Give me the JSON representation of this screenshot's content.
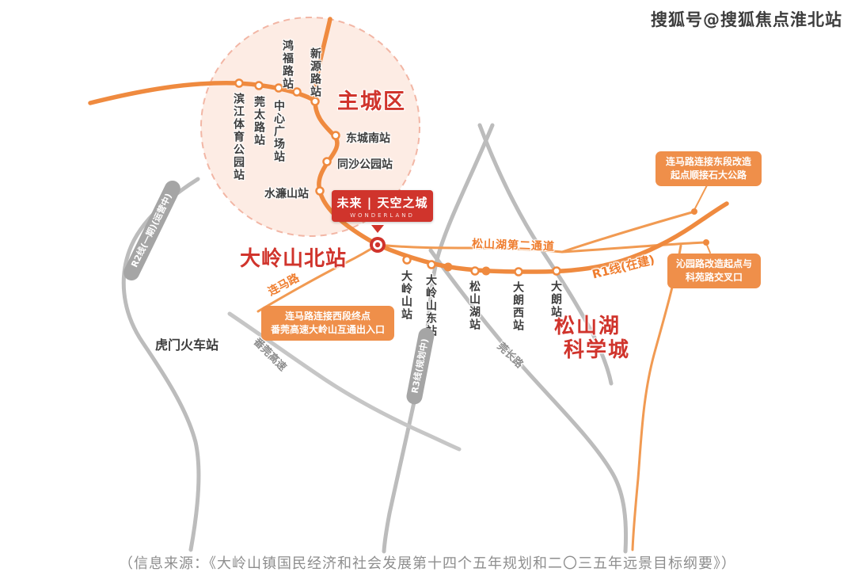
{
  "watermark": "搜狐号@搜狐焦点淮北站",
  "areas": {
    "main_city": "主城区",
    "science_city": {
      "line1": "松山湖",
      "line2": "科学城"
    },
    "humen_railway_station": "虎门火车站"
  },
  "project_badge": {
    "title": "未来 | 天空之城",
    "subtitle": "WONDERLAND",
    "station_name": "大岭山北站"
  },
  "rail_lines": {
    "r1": "R1线(在建)",
    "r2": "R2线(一期)(运营中)",
    "r3": "R3线(规划中)"
  },
  "roads": {
    "lianma": "连马路",
    "songshanhu_second_channel": "松山湖第二通道",
    "fanguan_expressway": "番莞高速",
    "guanchang": "莞长路"
  },
  "stations": {
    "hongfulu": "鸿福路站",
    "xinyuanlu": "新源路站",
    "binjiang_sports_park": "滨江体育公园站",
    "guantailu": "莞太路站",
    "central_square": "中心广场站",
    "dongcheng_south": "东城南站",
    "tongsha_park": "同沙公园站",
    "shuilianshan": "水濂山站",
    "dalingshan": "大岭山站",
    "dalingshan_east": "大岭山东站",
    "songshanhu": "松山湖站",
    "dalang_west": "大朗西站",
    "dalang": "大朗站"
  },
  "callouts": {
    "east_section": {
      "line1": "连马路连接东段改造",
      "line2": "起点顺接石大公路"
    },
    "qinyuan_road": {
      "line1": "沁园路改造起点与",
      "line2": "科苑路交叉口"
    },
    "west_section": {
      "line1": "连马路连接西段终点",
      "line2": "番莞高速大岭山互通出入口"
    }
  },
  "source_note": "（信息来源：《大岭山镇国民经济和社会发展第十四个五年规划和二〇三五年远景目标纲要》）",
  "colors": {
    "orange": "#ef8a3f",
    "red": "#d0342c",
    "gray_line": "#bcbcbc",
    "zone_fill": "#fdece4"
  }
}
